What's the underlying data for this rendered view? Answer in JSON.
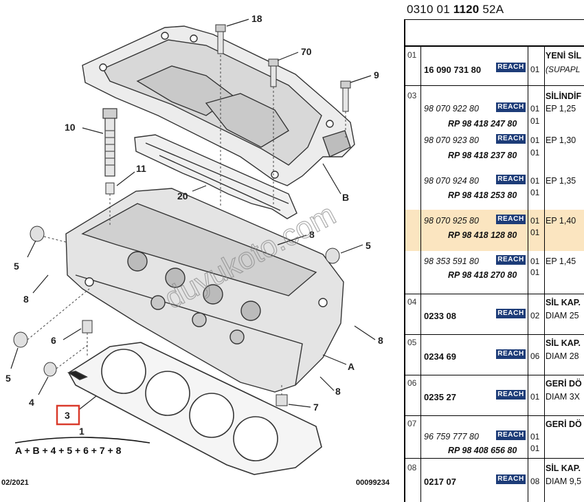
{
  "diagram": {
    "callouts": [
      {
        "id": "18",
        "text": "18"
      },
      {
        "id": "70",
        "text": "70"
      },
      {
        "id": "9",
        "text": "9"
      },
      {
        "id": "10",
        "text": "10"
      },
      {
        "id": "11",
        "text": "11"
      },
      {
        "id": "20",
        "text": "20"
      },
      {
        "id": "B",
        "text": "B"
      },
      {
        "id": "8a",
        "text": "8"
      },
      {
        "id": "5a",
        "text": "5"
      },
      {
        "id": "5b",
        "text": "5"
      },
      {
        "id": "8b",
        "text": "8"
      },
      {
        "id": "6",
        "text": "6"
      },
      {
        "id": "8c",
        "text": "8"
      },
      {
        "id": "5c",
        "text": "5"
      },
      {
        "id": "A",
        "text": "A"
      },
      {
        "id": "4",
        "text": "4"
      },
      {
        "id": "8d",
        "text": "8"
      },
      {
        "id": "7",
        "text": "7"
      },
      {
        "id": "3",
        "text": "3"
      },
      {
        "id": "1",
        "text": "1"
      }
    ],
    "formula": "A + B + 4 + 5 + 6 + 7 + 8",
    "date": "02/2021",
    "code": "00099234",
    "watermark": "duyukoto.com",
    "highlight_color": "#d93a2b"
  },
  "table": {
    "reference_prefix": "0310 01 ",
    "reference_bold": "1120",
    "reference_suffix": " 52A",
    "badge_label": "REACH",
    "badge_color": "#1d3c78",
    "highlight_color": "#fbe5c0",
    "rows": {
      "r01": {
        "order": "01",
        "ref": "16 090 731 80",
        "qty": "01",
        "desc_title": "YENİ SİL",
        "desc_sub": "(SUPAPL"
      },
      "r03": {
        "order": "03",
        "desc_title": "SİLİNDİF",
        "items": [
          {
            "ref": "98 070 922 80",
            "qty": "01",
            "rp": "RP 98 418 247 80",
            "rp_qty": "01",
            "desc": "EP 1,25"
          },
          {
            "ref": "98 070 923 80",
            "qty": "01",
            "rp": "RP 98 418 237 80",
            "rp_qty": "01",
            "desc": "EP 1,30"
          },
          {
            "ref": "98 070 924 80",
            "qty": "01",
            "rp": "RP 98 418 253 80",
            "rp_qty": "01",
            "desc": "EP 1,35"
          },
          {
            "ref": "98 070 925 80",
            "qty": "01",
            "rp": "RP 98 418 128 80",
            "rp_qty": "01",
            "desc": "EP 1,40"
          },
          {
            "ref": "98 353 591 80",
            "qty": "01",
            "rp": "RP 98 418 270 80",
            "rp_qty": "01",
            "desc": "EP 1,45"
          }
        ]
      },
      "r04": {
        "order": "04",
        "ref": "0233 08",
        "qty": "02",
        "desc_title": "SİL KAP.",
        "desc_sub": "DIAM 25"
      },
      "r05": {
        "order": "05",
        "ref": "0234 69",
        "qty": "06",
        "desc_title": "SİL KAP.",
        "desc_sub": "DIAM 28"
      },
      "r06": {
        "order": "06",
        "ref": "0235 27",
        "qty": "01",
        "desc_title": "GERİ DÖ",
        "desc_sub": "DIAM 3X"
      },
      "r07": {
        "order": "07",
        "ref": "96 759 777 80",
        "qty": "01",
        "rp": "RP 98 408 656 80",
        "rp_qty": "01",
        "desc_title": "GERİ DÖ"
      },
      "r08": {
        "order": "08",
        "ref": "0217 07",
        "qty": "08",
        "desc_title": "SİL KAP.",
        "desc_sub": "DIAM 9,5"
      }
    }
  }
}
